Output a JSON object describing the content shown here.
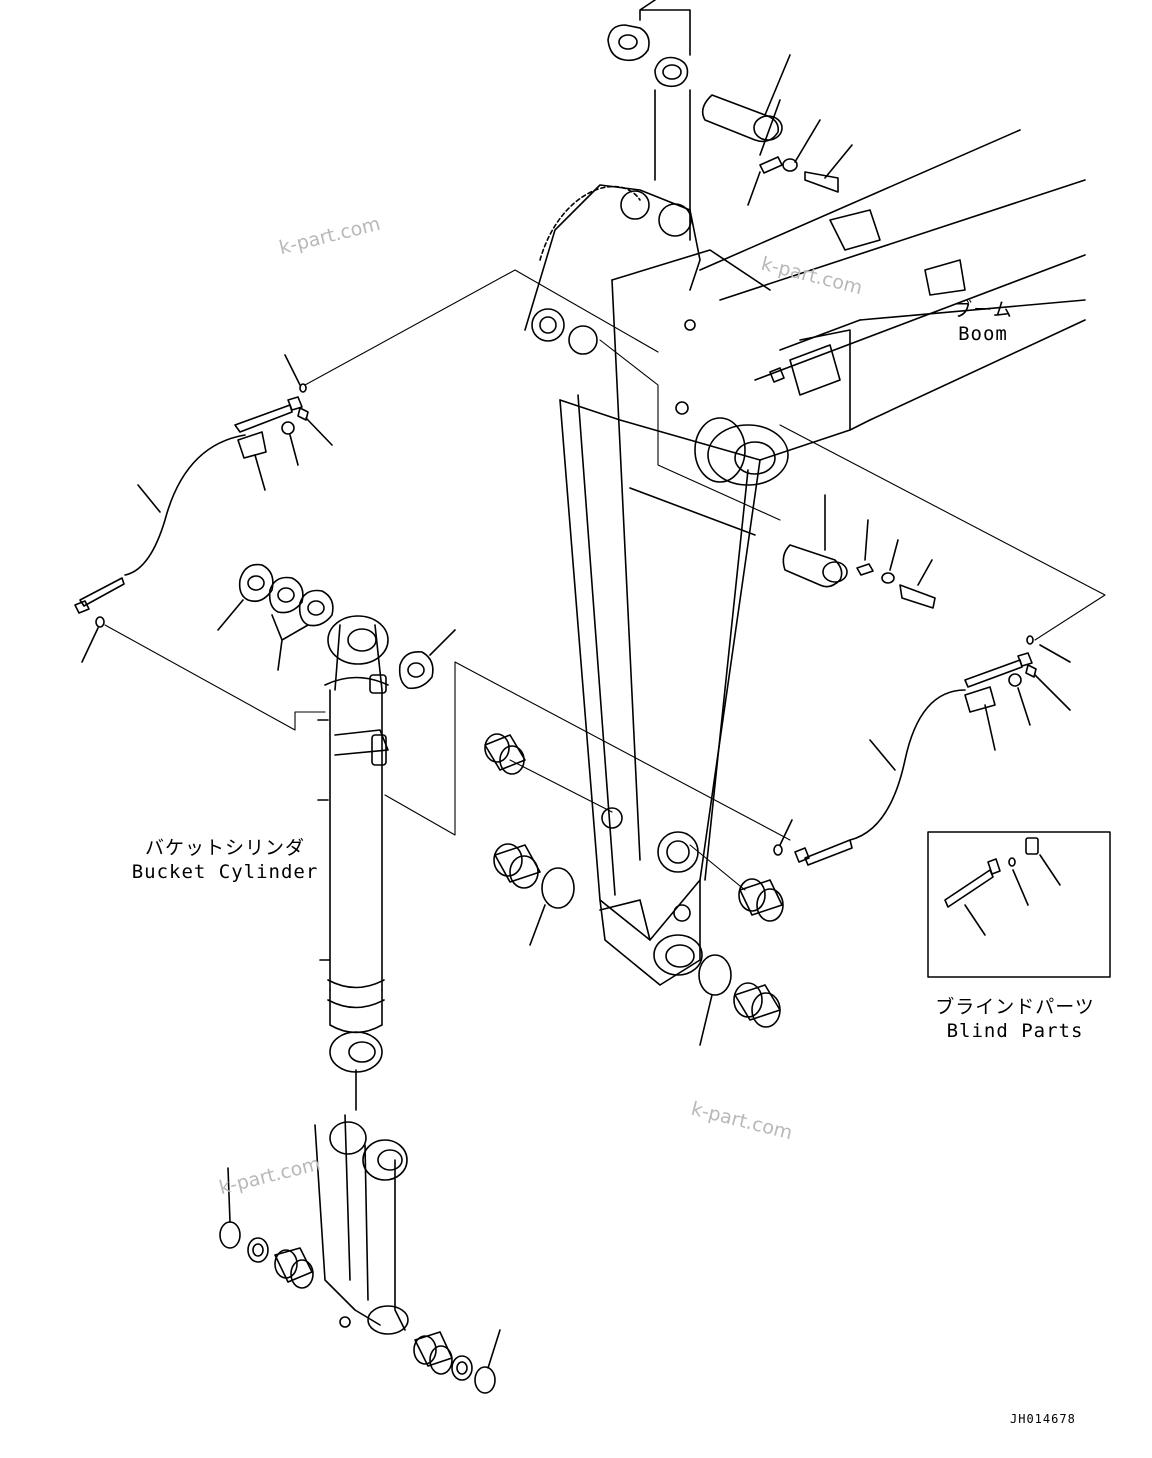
{
  "labels": {
    "boom_jp": "ブーム",
    "boom_en": "Boom",
    "bucket_cylinder_jp": "バケットシリンダ",
    "bucket_cylinder_en": "Bucket Cylinder",
    "blind_parts_jp": "ブラインドパーツ",
    "blind_parts_en": "Blind Parts"
  },
  "watermark": "k-part.com",
  "drawing_code": "JH014678"
}
